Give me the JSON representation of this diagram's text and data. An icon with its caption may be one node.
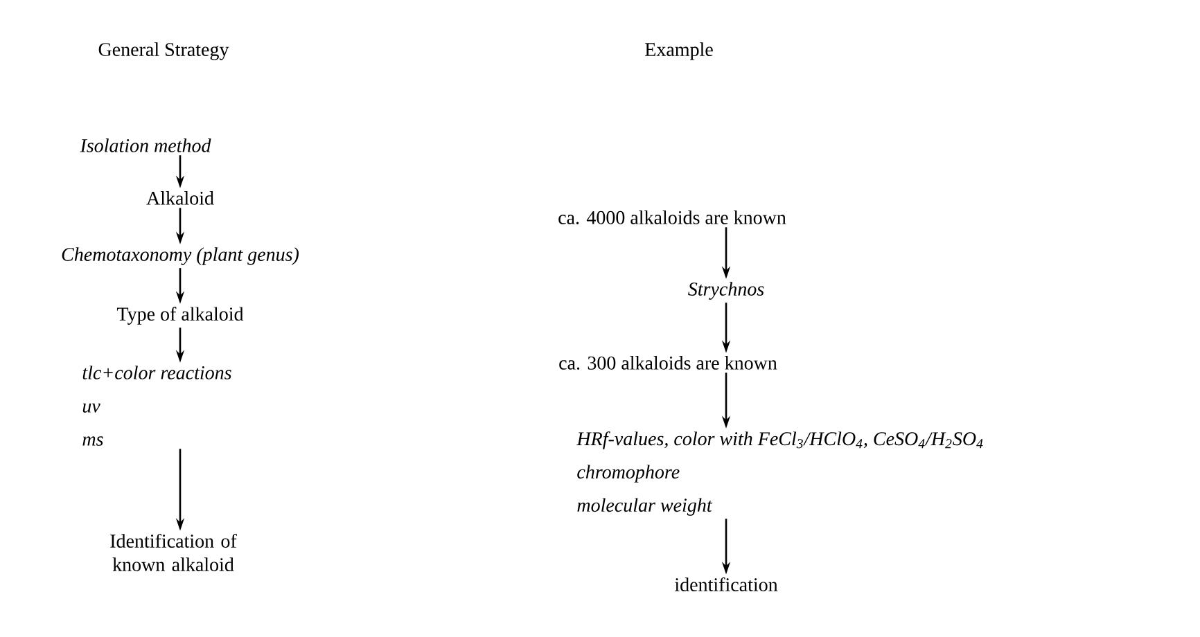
{
  "diagram": {
    "nodes": [
      {
        "text": [
          "Isolation method"
        ]
      },
      {
        "text": [
          "Alkaloid"
        ]
      },
      {
        "text": [
          "Chemotaxonomy (plant genus)"
        ]
      },
      {
        "text": [
          "Type of alkaloid"
        ]
      },
      {
        "text": [
          "tlc+color reactions",
          "uv",
          "ms"
        ]
      },
      {
        "text": [
          "Identification of known alkaloid"
        ]
      },
      {
        "text": [
          "ca. 4000 alkaloids are known"
        ]
      },
      {
        "text": [
          "Strychnos"
        ]
      },
      {
        "text": [
          "ca. 300 alkaloids are known"
        ]
      },
      {
        "text": [
          "HRf-values, color with FeCl$_{3}$/HClO$_{4}$, CeSO$_{4}$/H$_{2}$SO$_{4}$",
          "chromophore",
          "molecular weight"
        ]
      },
      {
        "text": [
          "identification"
        ]
      }
    ],
    "edges": [
      {
        "from": 0,
        "to": 1,
        "arrow": "to"
      },
      {
        "from": 1,
        "to": 2,
        "arrow": "to"
      },
      {
        "from": 2,
        "to": 3,
        "arrow": "to"
      },
      {
        "from": 3,
        "to": 4,
        "arrow": "to"
      },
      {
        "from": 4,
        "to": 5,
        "arrow": "to"
      },
      {
        "from": 6,
        "to": 7,
        "arrow": "to"
      },
      {
        "from": 7,
        "to": 8,
        "arrow": "to"
      },
      {
        "from": 8,
        "to": 9,
        "arrow": "to"
      },
      {
        "from": 9,
        "to": 10,
        "arrow": "to"
      }
    ],
    "labels": [
      "General Strategy",
      "Example"
    ]
  }
}
